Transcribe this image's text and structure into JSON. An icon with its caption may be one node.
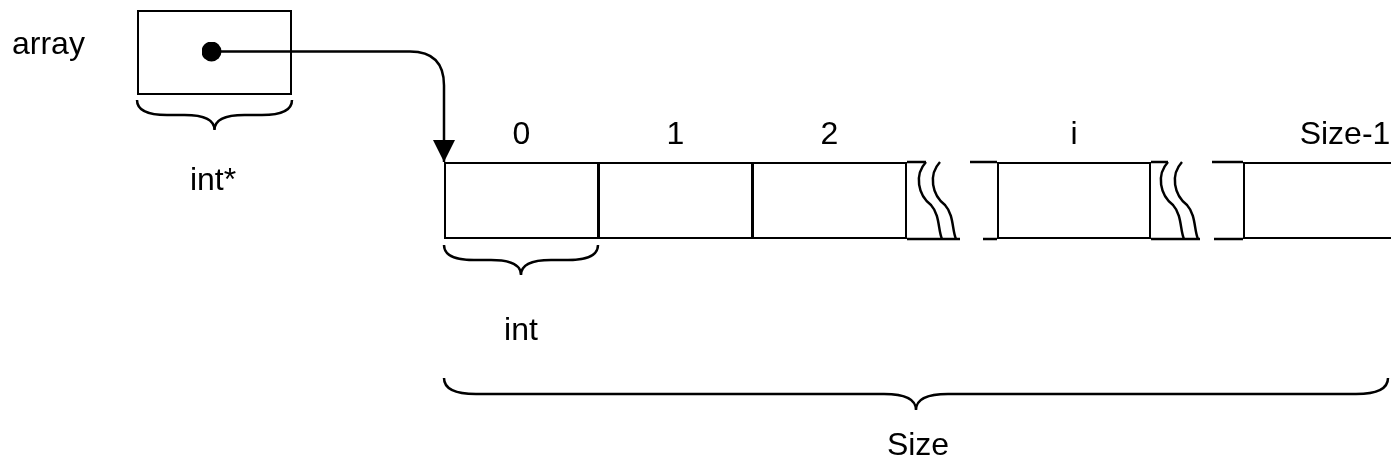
{
  "diagram": {
    "nodes": [
      {
        "text": [
          "array"
        ]
      },
      {
        "text": [
          "0"
        ]
      },
      {
        "text": [
          "1"
        ]
      },
      {
        "text": [
          "2"
        ]
      },
      {
        "text": [
          "i"
        ]
      },
      {
        "text": [
          "Size-1"
        ]
      }
    ],
    "edges": [
      {
        "from": 0,
        "to": 1,
        "arrow": "to"
      }
    ],
    "labels": [
      "int*",
      "int",
      "Size"
    ]
  }
}
